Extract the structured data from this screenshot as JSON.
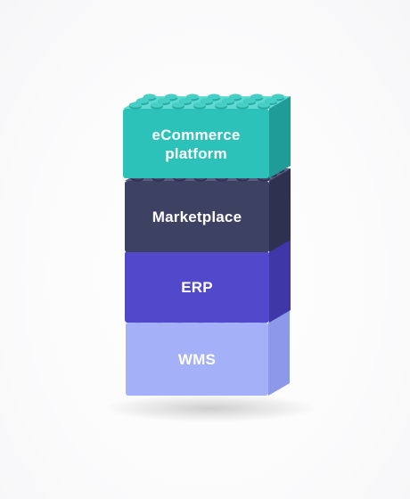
{
  "blocks": [
    {
      "id": "ecommerce",
      "line1": "eCommerce",
      "line2": "platform",
      "front": "#2cc2b9",
      "side": "#1f9c95",
      "top": "#5fd9d1",
      "stud": "#47cfc6",
      "studDark": "#27aaa2"
    },
    {
      "id": "marketplace",
      "line1": "Marketplace",
      "line2": "",
      "front": "#3e4262",
      "side": "#2e3150",
      "top": "#585c80",
      "stud": "#4b4f72",
      "studDark": "#2f3252"
    },
    {
      "id": "erp",
      "line1": "ERP",
      "line2": "",
      "front": "#5148cc",
      "side": "#3f37a8",
      "top": "#7068e0",
      "stud": "#6158d8",
      "studDark": "#3e36a4"
    },
    {
      "id": "wms",
      "line1": "WMS",
      "line2": "",
      "front": "#a4b0f7",
      "side": "#8c98e8",
      "top": "#c2cbfb",
      "stud": "#b3bdf9",
      "studDark": "#8f9be2"
    }
  ]
}
